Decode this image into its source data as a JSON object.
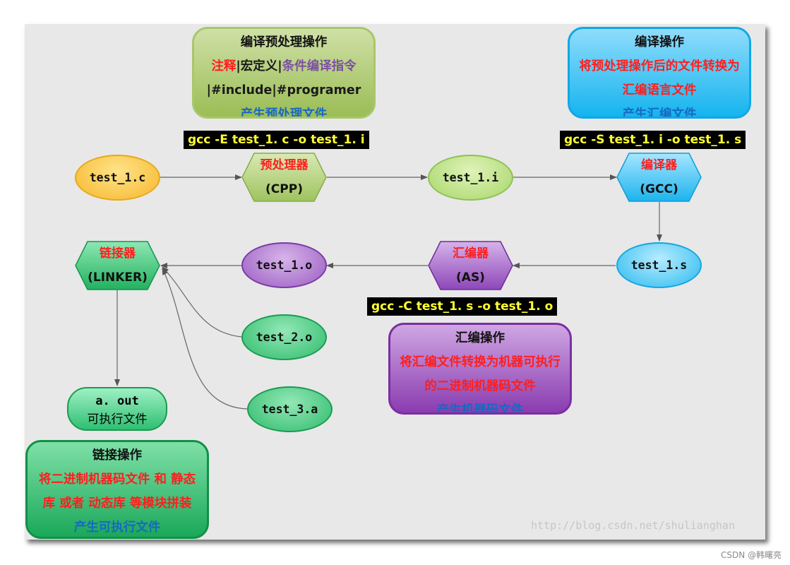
{
  "boxes": {
    "preprocess": {
      "title": "编译预处理操作",
      "line2_a": "注释",
      "line2_b": "|宏定义|",
      "line2_c": "条件编译指令",
      "line3": "|#include|#programer",
      "line4": "产生预处理文件"
    },
    "compile": {
      "title": "编译操作",
      "line2": "将预处理操作后的文件转换为",
      "line3": "汇编语言文件",
      "line4": "产生汇编文件"
    },
    "assemble": {
      "title": "汇编操作",
      "line2": "将汇编文件转换为机器可执行",
      "line3": "的二进制机器码文件",
      "line4": "产生机器码文件"
    },
    "link": {
      "title": "链接操作",
      "line2": "将二进制机器码文件 和 静态",
      "line3": "库 或者 动态库 等模块拼装",
      "line4": "产生可执行文件"
    }
  },
  "commands": {
    "preprocess": "gcc  -E  test_1. c  -o  test_1. i",
    "compile": "gcc  -S  test_1. i  -o  test_1. s",
    "assemble": "gcc  -C  test_1. s  -o  test_1. o"
  },
  "files": {
    "c": "test_1.c",
    "i": "test_1.i",
    "s": "test_1.s",
    "o": "test_1.o",
    "o2": "test_2.o",
    "a3": "test_3.a"
  },
  "tools": {
    "cpp": {
      "name": "预处理器",
      "abbr": "(CPP)"
    },
    "gcc": {
      "name": "编译器",
      "abbr": "(GCC)"
    },
    "as": {
      "name": "汇编器",
      "abbr": "(AS)"
    },
    "linker": {
      "name": "链接器",
      "abbr": "(LINKER)"
    }
  },
  "output": {
    "name": "a. out",
    "desc": "可执行文件"
  },
  "watermark": "http://blog.csdn.net/shulianghan",
  "credit": "CSDN @韩曙亮",
  "colors": {
    "canvas_bg": "#e8e8e8",
    "command_bg": "#000000",
    "command_text": "#ffff33",
    "highlight_red": "#ff1e1e",
    "highlight_blue": "#1769c2",
    "highlight_violet": "#7b4fa3"
  }
}
